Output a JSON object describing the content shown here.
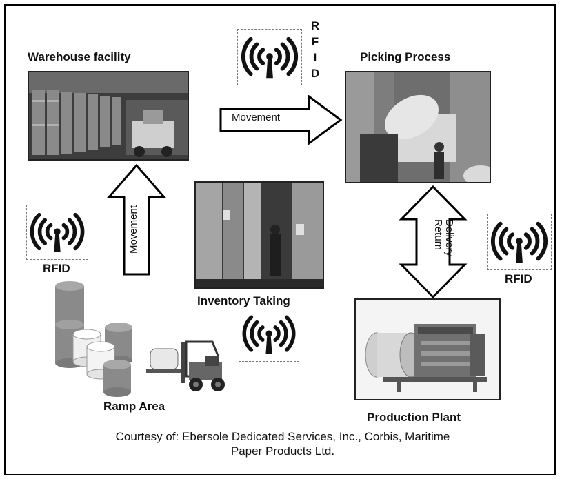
{
  "labels": {
    "warehouse": "Warehouse facility",
    "picking": "Picking Process",
    "inventory": "Inventory Taking",
    "production": "Production Plant",
    "ramp": "Ramp Area",
    "rfid_left": "RFID",
    "rfid_right": "RFID",
    "rfid_top_letters": [
      "R",
      "F",
      "I",
      "D"
    ]
  },
  "arrows": {
    "top": "Movement",
    "left": "Movement",
    "right_line1": "Delivery-",
    "right_line2": "Return"
  },
  "caption": {
    "line1": "Courtesy of: Ebersole Dedicated Services, Inc., Corbis, Maritime",
    "line2": "Paper Products Ltd."
  },
  "icons": [
    "rfid-antenna-icon",
    "rfid-antenna-icon",
    "rfid-antenna-icon",
    "rfid-antenna-icon"
  ]
}
